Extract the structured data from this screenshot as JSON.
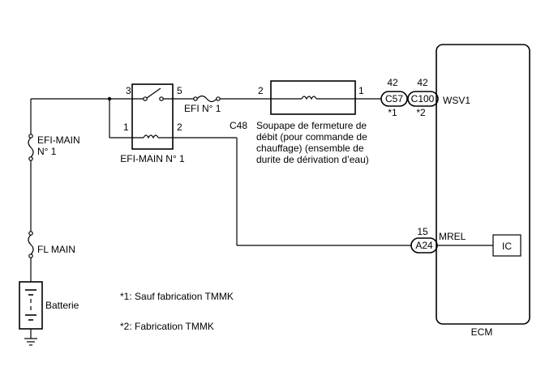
{
  "relay": {
    "label": "EFI-MAIN N° 1",
    "pin3": "3",
    "pin5": "5",
    "pin1": "1",
    "pin2": "2"
  },
  "fuses": {
    "efi": "EFI N° 1",
    "efi_main_line1": "EFI-MAIN",
    "efi_main_line2": "N° 1",
    "fl_main": "FL MAIN"
  },
  "valve": {
    "pin_left": "2",
    "pin_right": "1",
    "code": "C48",
    "desc_lines": [
      "Soupape de fermeture de",
      "débit (pour commande de",
      "chauffage) (ensemble de",
      "durite de dérivation d’eau)"
    ]
  },
  "connectors": {
    "c57": {
      "name": "C57",
      "pin": "42",
      "note": "*1"
    },
    "c100": {
      "name": "C100",
      "pin": "42",
      "note": "*2"
    },
    "a24": {
      "name": "A24",
      "pin": "15"
    }
  },
  "ecm": {
    "label": "ECM",
    "wsv1": "WSV1",
    "mrel": "MREL",
    "ic": "IC"
  },
  "battery": {
    "label": "Batterie"
  },
  "notes": {
    "n1": "*1: Sauf fabrication TMMK",
    "n2": "*2: Fabrication TMMK"
  }
}
